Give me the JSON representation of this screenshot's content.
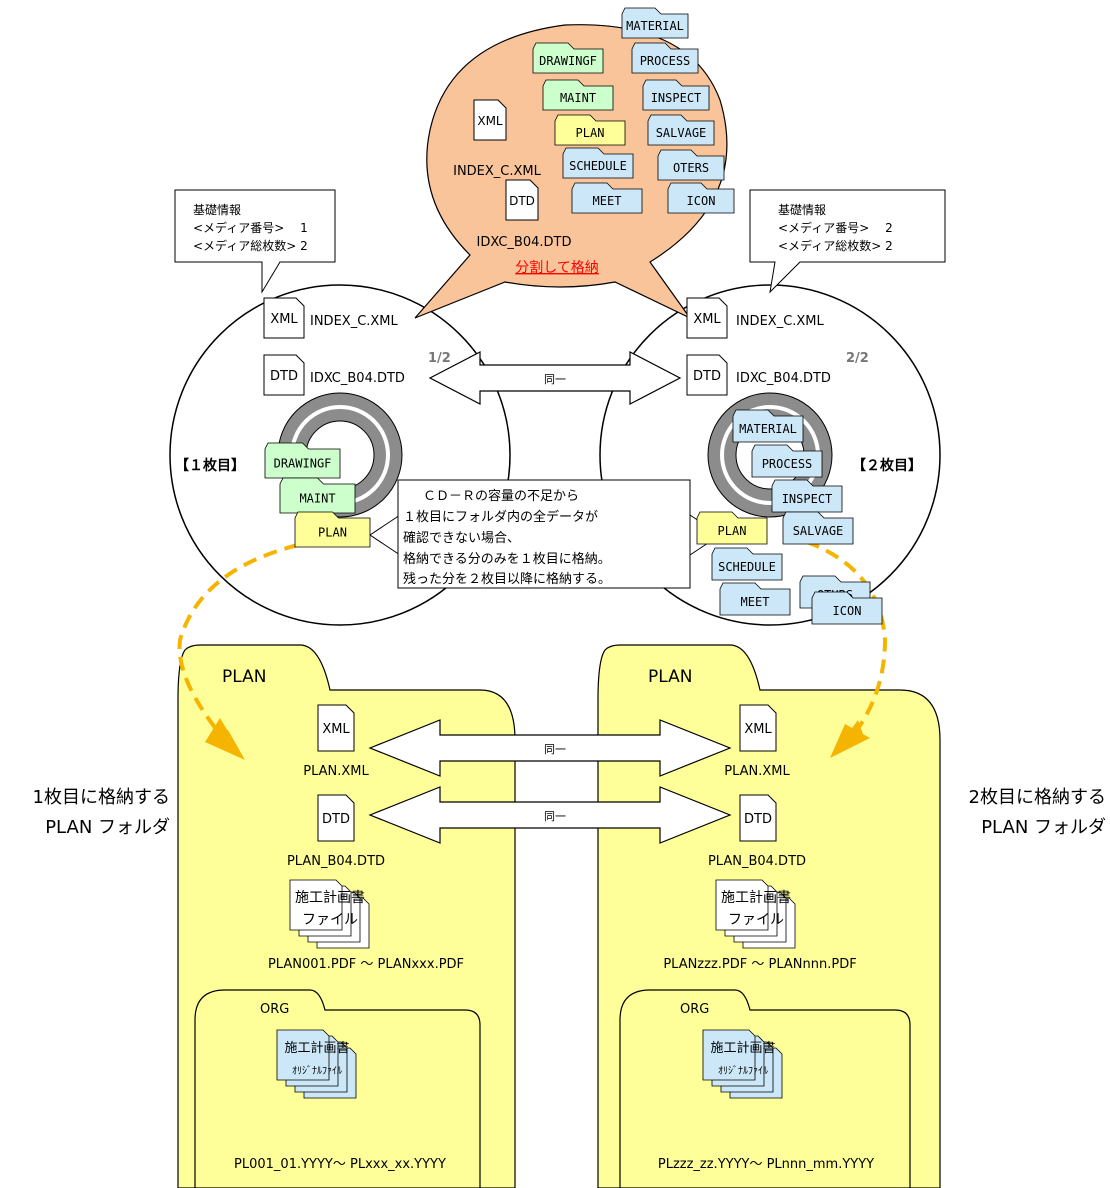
{
  "bubble": {
    "folders": [
      "DRAWINGF",
      "MAINT",
      "PLAN",
      "SCHEDULE",
      "MEET"
    ],
    "folders_right": [
      "MATERIAL",
      "PROCESS",
      "INSPECT",
      "SALVAGE",
      "OTERS",
      "ICON"
    ],
    "xml_icon": "XML",
    "dtd_icon": "DTD",
    "index_file": "INDEX_C.XML",
    "dtd_file": "IDXC_B04.DTD",
    "split_label": "分割して格納"
  },
  "disc1": {
    "info_title": "基礎情報",
    "info_media_no": "<メディア番号>　 1",
    "info_media_total": "<メディア総枚数> 2",
    "xml_icon": "XML",
    "dtd_icon": "DTD",
    "index_file": "INDEX_C.XML",
    "dtd_file": "IDXC_B04.DTD",
    "page": "1/2",
    "label": "【１枚目】",
    "folders": [
      "DRAWINGF",
      "MAINT",
      "PLAN"
    ]
  },
  "disc2": {
    "info_title": "基礎情報",
    "info_media_no": "<メディア番号>　 2",
    "info_media_total": "<メディア総枚数> 2",
    "xml_icon": "XML",
    "dtd_icon": "DTD",
    "index_file": "INDEX_C.XML",
    "dtd_file": "IDXC_B04.DTD",
    "page": "2/2",
    "label": "【２枚目】",
    "folders": [
      "MATERIAL",
      "PROCESS",
      "INSPECT",
      "SALVAGE",
      "PLAN",
      "SCHEDULE",
      "OTHRS",
      "MEET",
      "ICON"
    ]
  },
  "same_label": "同一",
  "note_lines": [
    "ＣＤ－Ｒの容量の不足から",
    "１枚目にフォルダ内の全データが",
    "確認できない場合、",
    "格納できる分のみを１枚目に格納。",
    "残った分を２枚目以降に格納する。"
  ],
  "plan1": {
    "title": "PLAN",
    "xml_icon": "XML",
    "xml_file": "PLAN.XML",
    "dtd_icon": "DTD",
    "dtd_file": "PLAN_B04.DTD",
    "doc_line1": "施工計画書",
    "doc_line2": "ファイル",
    "pdf_range": "PLAN001.PDF ～ PLANxxx.PDF",
    "org_title": "ORG",
    "org_line1": "施工計画書",
    "org_line2": "ｵﾘｼﾞﾅﾙﾌｧｲﾙ",
    "org_range": "PL001_01.YYYY～ PLxxx_xx.YYYY",
    "side_line1": "1枚目に格納する",
    "side_line2": "PLAN フォルダ"
  },
  "plan2": {
    "title": "PLAN",
    "xml_icon": "XML",
    "xml_file": "PLAN.XML",
    "dtd_icon": "DTD",
    "dtd_file": "PLAN_B04.DTD",
    "doc_line1": "施工計画書",
    "doc_line2": "ファイル",
    "pdf_range": "PLANzzz.PDF ～ PLANnnn.PDF",
    "org_title": "ORG",
    "org_line1": "施工計画書",
    "org_line2": "ｵﾘｼﾞﾅﾙﾌｧｲﾙ",
    "org_range": "PLzzz_zz.YYYY～ PLnnn_mm.YYYY",
    "side_line1": "2枚目に格納する",
    "side_line2": "PLAN フォルダ"
  },
  "colors": {
    "green_folder": "#ccffcc",
    "yellow_folder": "#ffff99",
    "blue_folder": "#cce8f8",
    "bubble_fill": "#f9c49a",
    "red_text": "#ff0000",
    "arrow_orange": "#f5b400"
  }
}
